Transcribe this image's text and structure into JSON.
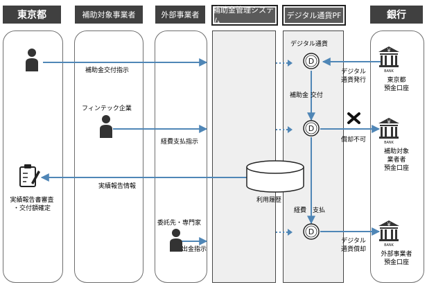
{
  "headers": {
    "tokyo": "東京都",
    "subsidy_business": "補助対象事業者",
    "external_business": "外部事業者",
    "subsidy_system": "補助金管理システム",
    "digital_pf": "デジタル通貨PF",
    "bank": "銀行"
  },
  "labels": {
    "subsidy_instruction": "補助金交付指示",
    "fintech": "フィンテック企業",
    "expense_instruction": "経費支払指示",
    "report_info": "実績報告情報",
    "report_review": [
      "実績報告書審査",
      "・交付額確定"
    ],
    "usage_history": "利用履歴",
    "consignee": "委託先・専門家",
    "withdraw_instruction": "出金指示",
    "digital_currency": "デジタル通貨",
    "subsidy_grant": "補助金 交付",
    "expense_payment": "経費　支払",
    "issue": [
      "デジタル",
      "通貨発行"
    ],
    "redeem_not_allowed": "償却不可",
    "redeem": [
      "デジタル",
      "通貨償却"
    ],
    "bank1": [
      "東京都",
      "預金口座"
    ],
    "bank2": [
      "補助対象",
      "業者者",
      "預金口座"
    ],
    "bank3": [
      "外部事業者",
      "預金口座"
    ],
    "bank_word": "BANK",
    "yen": "¥",
    "coin_letter": "D"
  },
  "colors": {
    "arrow": "#4f86b6",
    "header": "#404040"
  }
}
